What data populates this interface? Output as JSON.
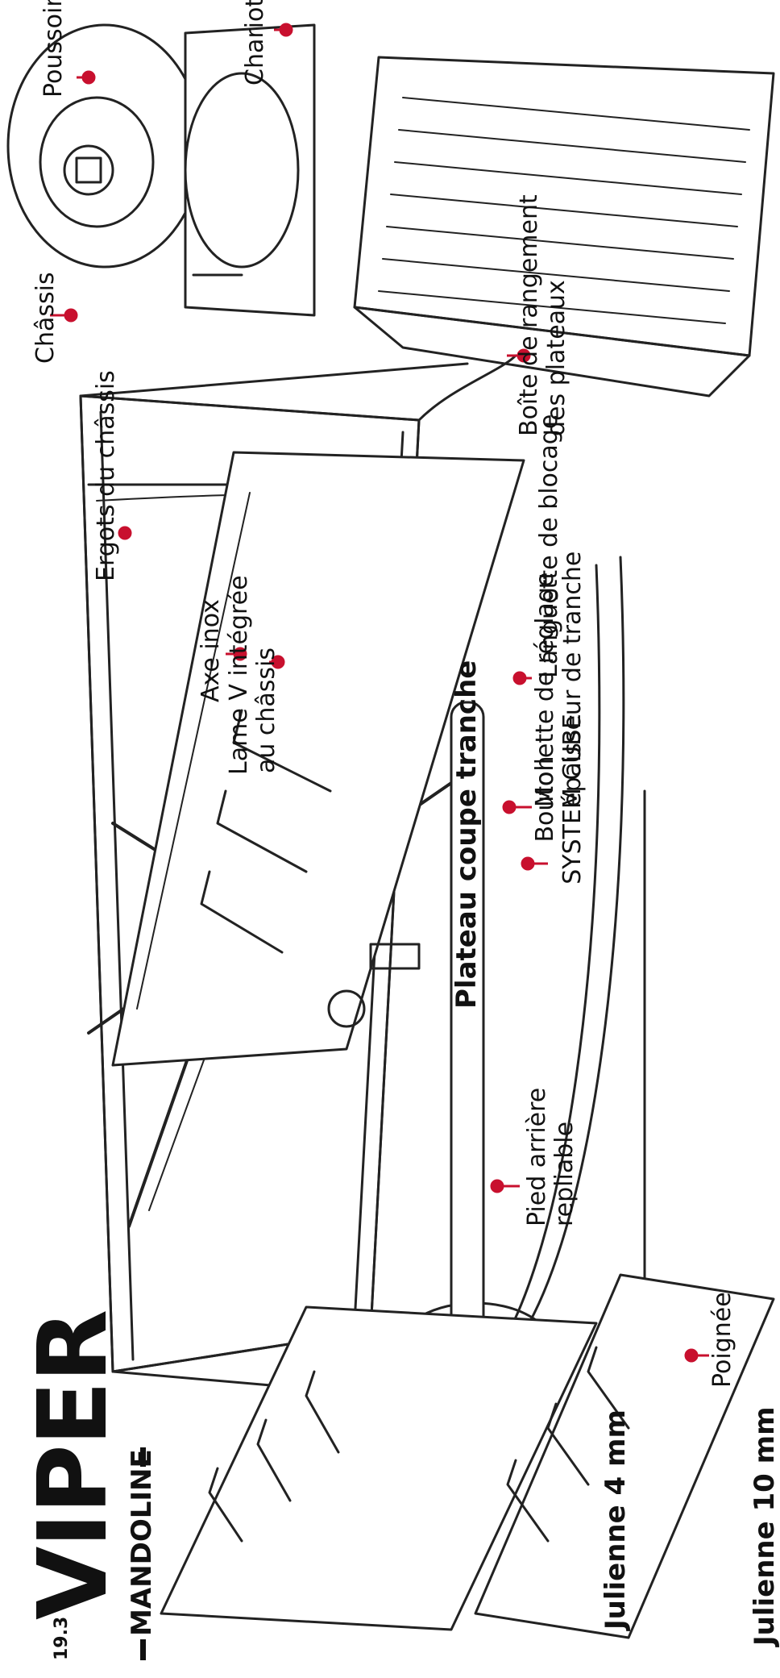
{
  "brand": {
    "name": "VIPER",
    "product": "MANDOLINE",
    "badge": "19.3"
  },
  "labels": {
    "poussoir": "Poussoir",
    "chariot": "Chariot",
    "chassis": "Châssis",
    "ergots": "Ergots du châssis",
    "axe": "Axe inox",
    "lame_1": "Lame V intégrée",
    "lame_2": "au châssis",
    "boite_1": "Boîte de rangement",
    "boite_2": "des plateaux",
    "poignee": "Poignée",
    "pied_1": "Pied arrière",
    "pied_2": "repliable",
    "bouton_1": "Bouton",
    "bouton_2": "SYSTEM CUBE",
    "languette": "Languette de blocage",
    "mollette_1": "Mollette de réglage",
    "mollette_2": "épaisseur de tranche"
  },
  "section_titles": {
    "plateau": "Plateau coupe tranche",
    "julienne4": "Julienne 4 mm",
    "julienne10": "Julienne 10 mm"
  },
  "colors": {
    "accent": "#c8102e",
    "line": "#222222",
    "text": "#111111"
  }
}
